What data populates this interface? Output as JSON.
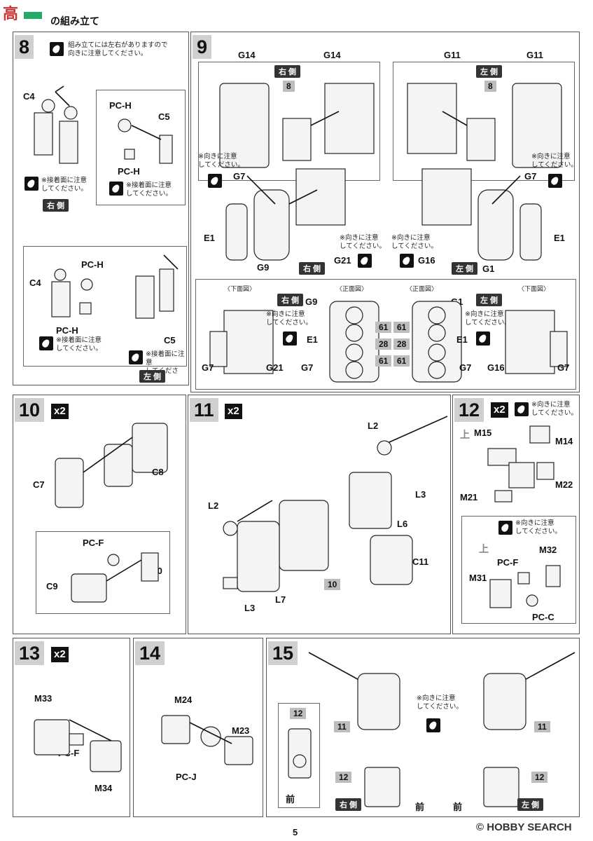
{
  "header": {
    "title": "の組み立て",
    "logo_text": "高"
  },
  "page_number": "5",
  "watermark": "HOBBY SEARCH",
  "step8": {
    "number": "8",
    "note": "組み立てには左右がありますので\n向きに注意してください。",
    "parts_top": [
      "C4",
      "PC-H",
      "C5",
      "PC-H"
    ],
    "glue_note": "※接着面に注意\nしてください。",
    "glue_note2": "※接着面に注意\nしてください。",
    "side_right": "右 側",
    "parts_bottom": [
      "C4",
      "PC-H",
      "PC-H",
      "C5"
    ],
    "glue_note3": "※接着面に注意\nしてください。",
    "glue_note4": "※接着面に注意\nしてください。",
    "side_left": "左 側"
  },
  "step9": {
    "number": "9",
    "left": {
      "g_a": "G14",
      "g_b": "G14",
      "side": "右 側",
      "tag": "8",
      "note_dir": "※向きに注意\nしてください。",
      "g7": "G7",
      "e1": "E1",
      "g9": "G9",
      "side2": "右 側",
      "g21": "G21",
      "note_dir2": "※向きに注意\nしてください。"
    },
    "right": {
      "g_a": "G11",
      "g_b": "G11",
      "side": "左 側",
      "tag": "8",
      "note_dir": "※向きに注意\nしてください。",
      "g7": "G7",
      "e1": "E1",
      "g1": "G1",
      "side2": "左 側",
      "g16": "G16",
      "note_dir2": "※向きに注意\nしてください。"
    },
    "bottom": {
      "view_bottom_l": "〈下面図〉",
      "side_l": "右 側",
      "front_l": "〈正面図〉",
      "g9": "G9",
      "front_r": "〈正面図〉",
      "g1": "G1",
      "side_r": "左 側",
      "view_bottom_r": "〈下面図〉",
      "note_l": "※向きに注意\nしてください。",
      "note_r": "※向きに注意\nしてください。",
      "e1_l": "E1",
      "e1_r": "E1",
      "g7_a": "G7",
      "g21": "G21",
      "g7_b": "G7",
      "g7_c": "G7",
      "g16": "G16",
      "g7_d": "G7",
      "tags": [
        "61",
        "61",
        "28",
        "28",
        "61",
        "61"
      ]
    }
  },
  "step10": {
    "number": "10",
    "qty": "x2",
    "parts": [
      "C8",
      "C7",
      "PC-F",
      "C10",
      "C9"
    ]
  },
  "step11": {
    "number": "11",
    "qty": "x2",
    "parts": [
      "L2",
      "L3",
      "L6",
      "L2",
      "C11",
      "L3",
      "L7"
    ],
    "tag": "10"
  },
  "step12": {
    "number": "12",
    "qty": "x2",
    "note": "※向きに注意\nしてください。",
    "up": "上",
    "parts": [
      "M15",
      "M14",
      "M22",
      "M21"
    ],
    "sub_note": "※向きに注意\nしてください。",
    "up2": "上",
    "sub_parts": [
      "M32",
      "PC-F",
      "M31",
      "PC-C"
    ]
  },
  "step13": {
    "number": "13",
    "qty": "x2",
    "parts": [
      "M33",
      "PC-F",
      "M34"
    ]
  },
  "step14": {
    "number": "14",
    "parts": [
      "M24",
      "M23",
      "PC-J"
    ]
  },
  "step15": {
    "number": "15",
    "note": "※向きに注意\nしてください。",
    "tag12_a": "12",
    "tag12_b": "12",
    "tag12_c": "12",
    "tag11_a": "11",
    "tag11_b": "11",
    "front_a": "前",
    "front_b": "前",
    "front_c": "前",
    "side_right": "右 側",
    "side_left": "左 側"
  },
  "colors": {
    "frame": "#555555",
    "number_bg": "#cfcfcf",
    "badge": "#333333"
  }
}
